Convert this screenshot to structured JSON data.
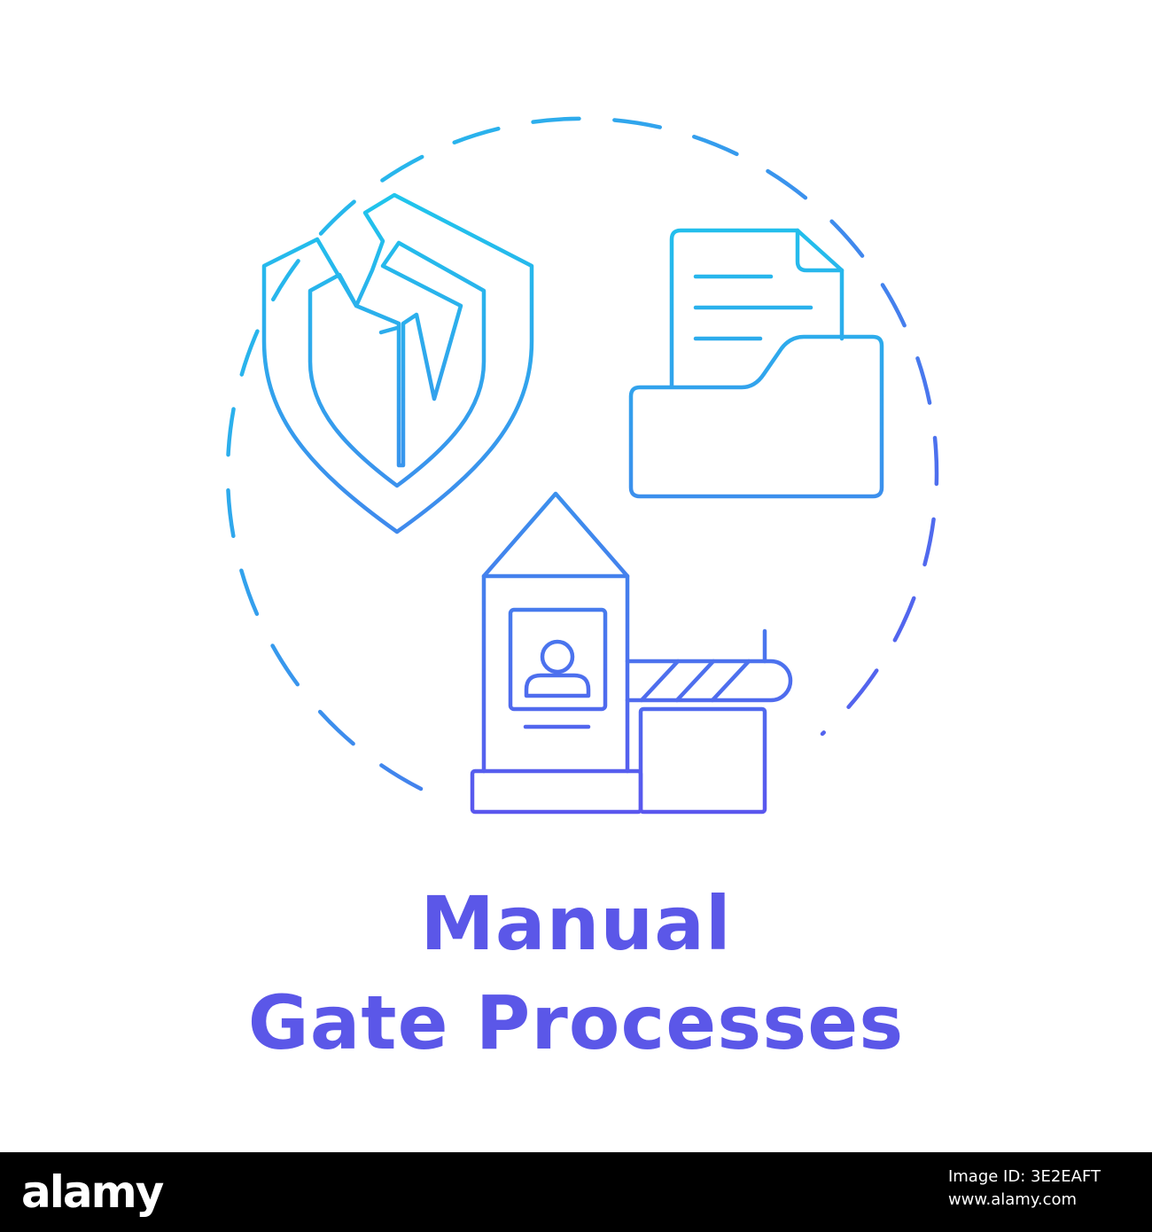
{
  "caption": {
    "line1": "Manual",
    "line2": "Gate Processes"
  },
  "footer": {
    "brand": "alamy",
    "image_id": "Image ID: 3E2EAFT",
    "site": "www.alamy.com"
  },
  "colors": {
    "gradient_top": "#1ec8ec",
    "gradient_bottom": "#5b55ee",
    "caption": "#5b57e8",
    "footer_bg": "#000000",
    "footer_text": "#ffffff"
  },
  "icons": [
    "broken-shield-icon",
    "document-folder-icon",
    "checkpoint-booth-icon",
    "barrier-gate-icon",
    "person-icon",
    "dashed-circle"
  ]
}
